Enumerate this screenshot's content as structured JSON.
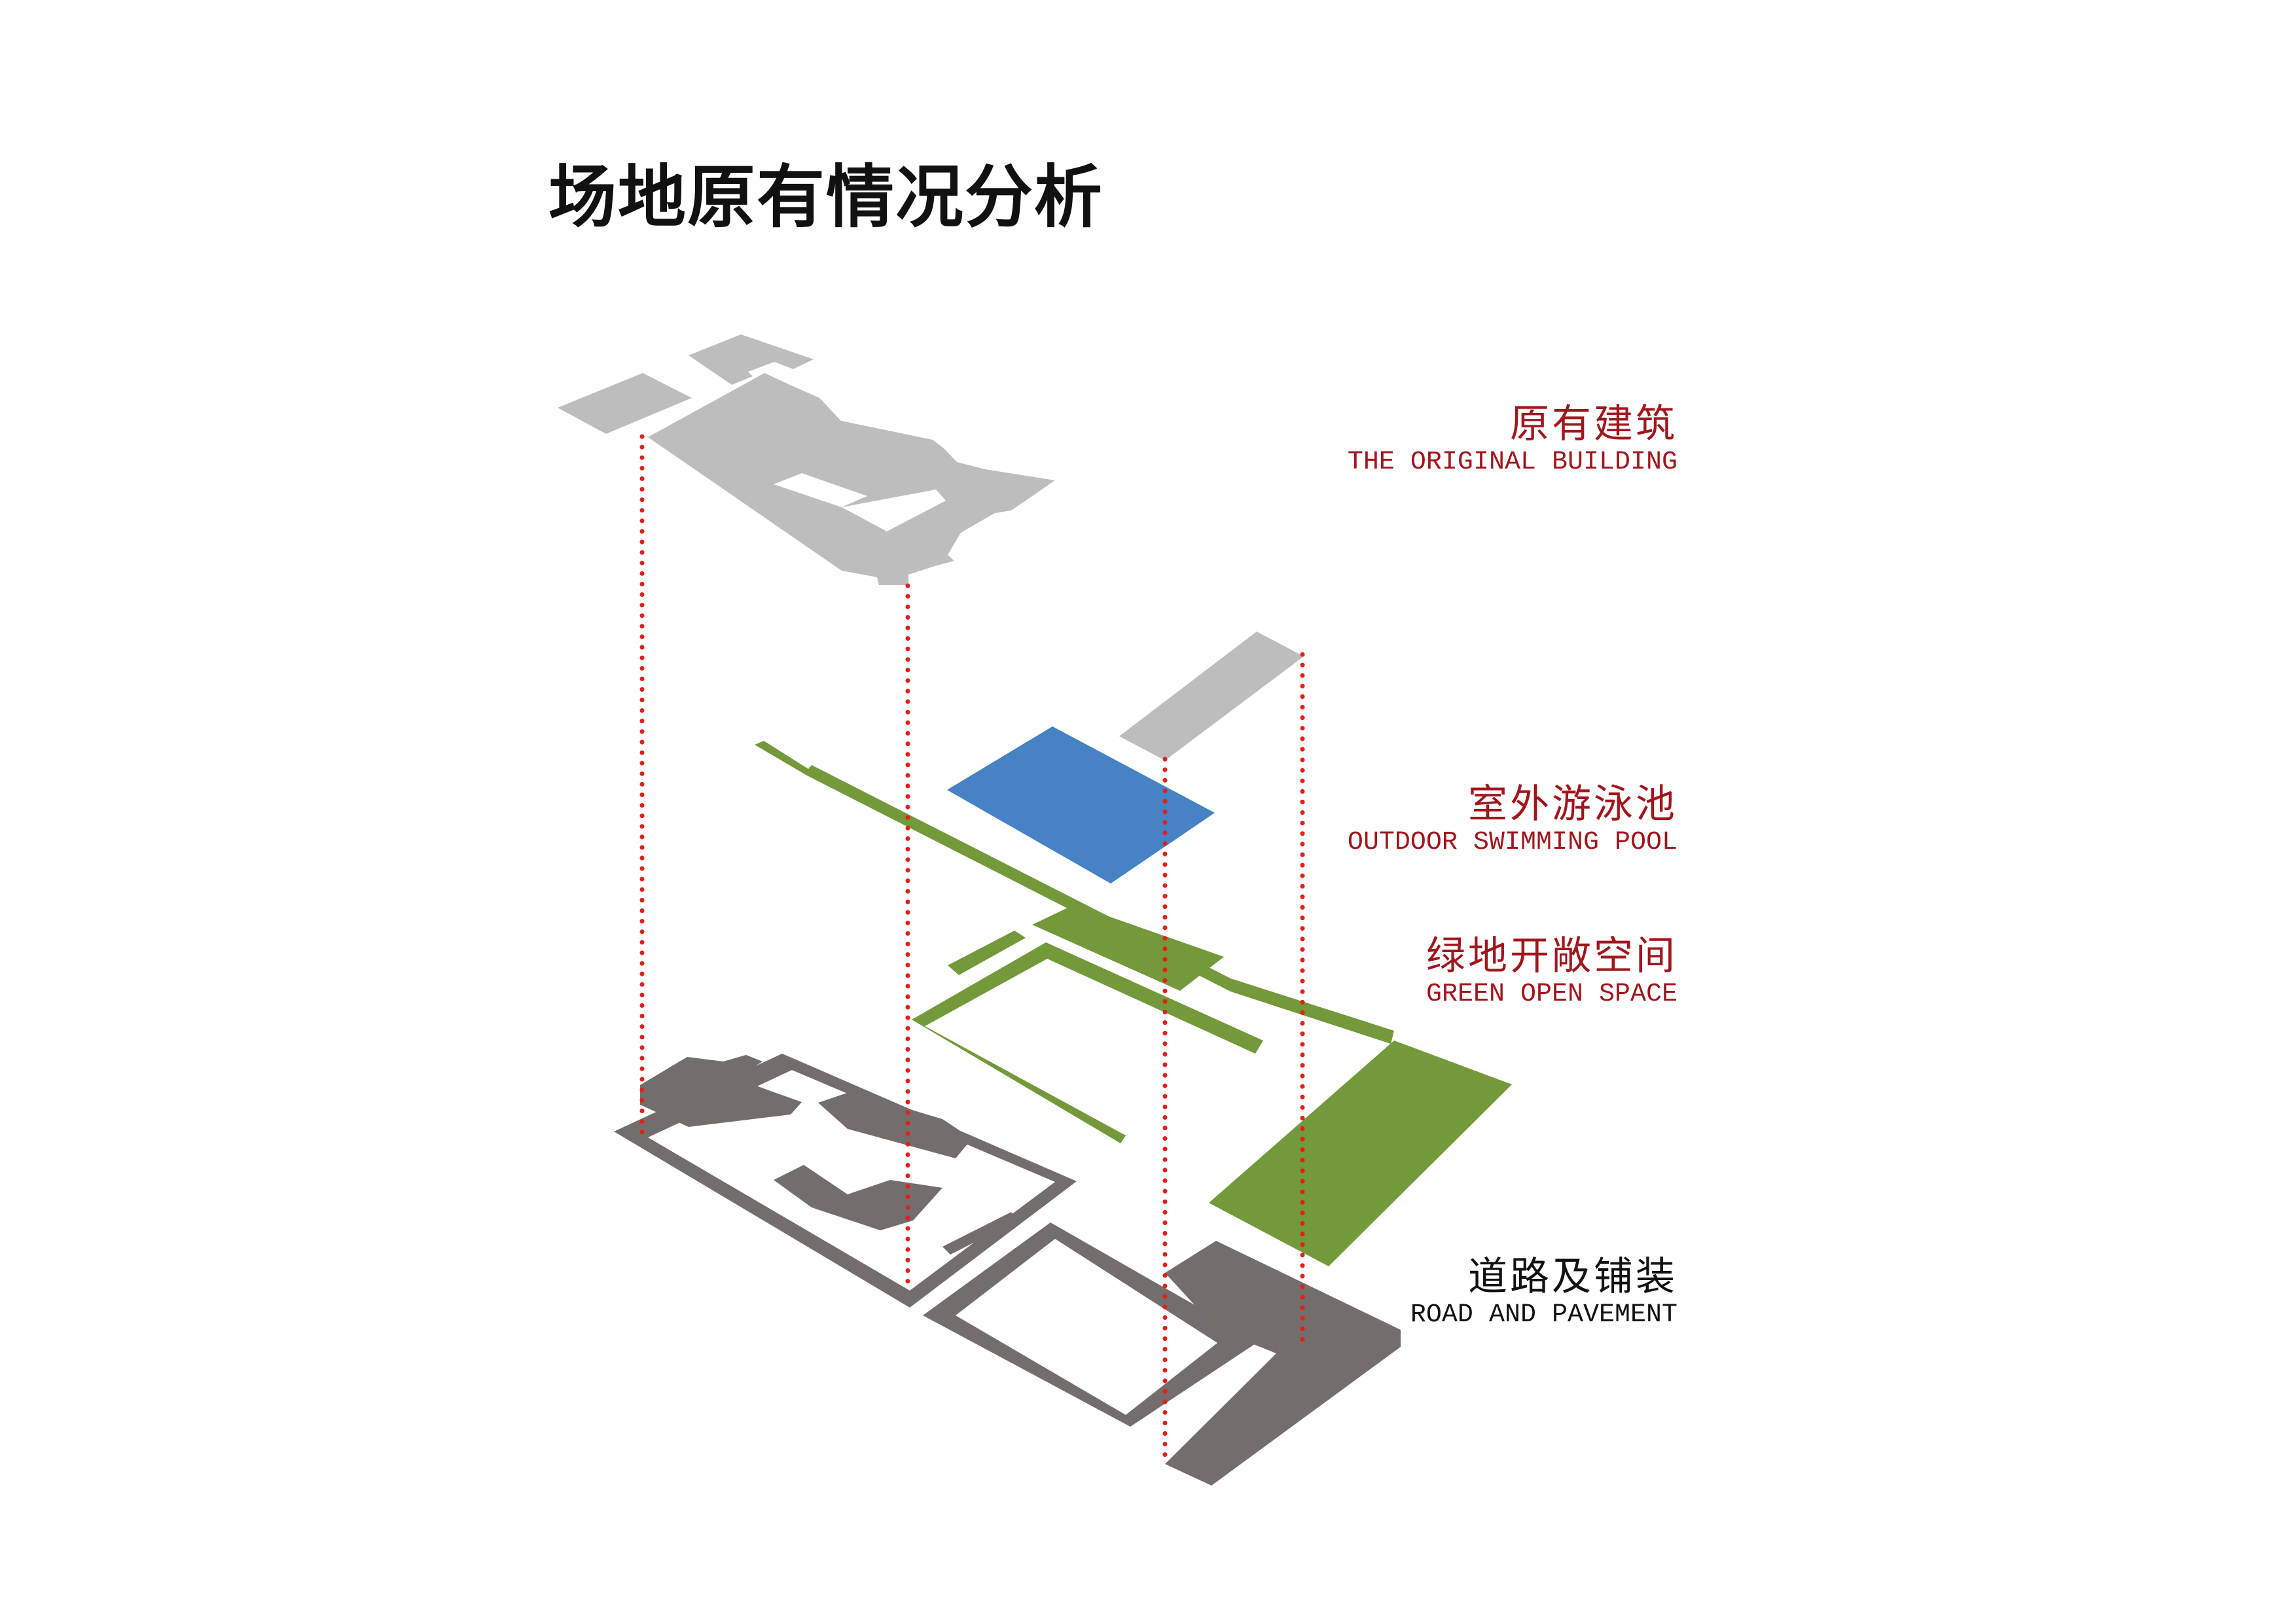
{
  "title": "场地原有情况分析",
  "layers": {
    "building": {
      "zh": "原有建筑",
      "en": "THE ORIGINAL BUILDING",
      "color": "#bdbdbd"
    },
    "pool": {
      "zh": "室外游泳池",
      "en": "OUTDOOR SWIMMING POOL",
      "color": "#4682c4"
    },
    "green": {
      "zh": "绿地开敞空间",
      "en": "GREEN OPEN SPACE",
      "color": "#73993a"
    },
    "road": {
      "zh": "道路及铺装",
      "en": "ROAD AND PAVEMENT",
      "color": "#736e6b"
    }
  },
  "colors": {
    "label_red": "#a1161c",
    "guide_line": "#e0201a"
  }
}
